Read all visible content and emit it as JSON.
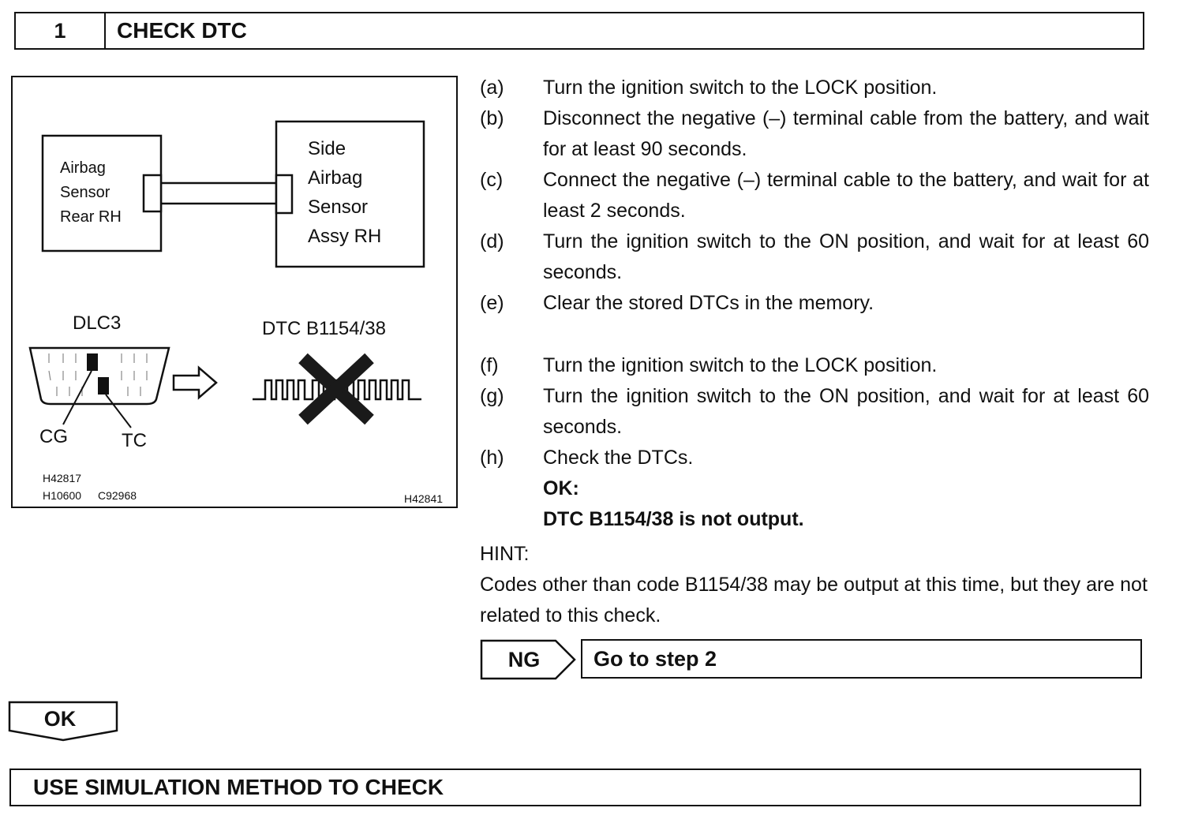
{
  "header": {
    "step_number": "1",
    "title": "CHECK DTC"
  },
  "figure": {
    "box_left_label": [
      "Airbag",
      "Sensor",
      "Rear RH"
    ],
    "box_right_label": [
      "Side",
      "Airbag",
      "Sensor",
      "Assy RH"
    ],
    "connector_label": "DLC3",
    "dtc_label": "DTC B1154/38",
    "terminal_cg": "CG",
    "terminal_tc": "TC",
    "code_1": "H42817",
    "code_2": "H10600",
    "code_3": "C92968",
    "code_4": "H42841"
  },
  "steps": [
    {
      "label": "(a)",
      "text": "Turn the ignition switch to the LOCK position."
    },
    {
      "label": "(b)",
      "text": "Disconnect the negative (–) terminal cable from the battery, and wait for at least 90 seconds."
    },
    {
      "label": "(c)",
      "text": "Connect the negative (–) terminal cable to the battery, and wait for at least 2 seconds."
    },
    {
      "label": "(d)",
      "text": "Turn the ignition switch to the ON position, and wait for at least 60 seconds."
    },
    {
      "label": "(e)",
      "text": "Clear the stored DTCs in the memory."
    },
    {
      "label": "(f)",
      "text": "Turn the ignition switch to the LOCK position."
    },
    {
      "label": "(g)",
      "text": "Turn the ignition switch to the ON position, and wait for at least 60 seconds."
    },
    {
      "label": "(h)",
      "text": "Check the DTCs."
    }
  ],
  "result": {
    "ok_label": "OK:",
    "ok_text": "DTC B1154/38 is not output."
  },
  "hint": {
    "label": "HINT:",
    "text": "Codes other than code B1154/38 may be output at this time, but they are not related to this check."
  },
  "ng": {
    "label": "NG",
    "action": "Go to step 2"
  },
  "ok_button": "OK",
  "next_step": "USE SIMULATION METHOD TO CHECK"
}
